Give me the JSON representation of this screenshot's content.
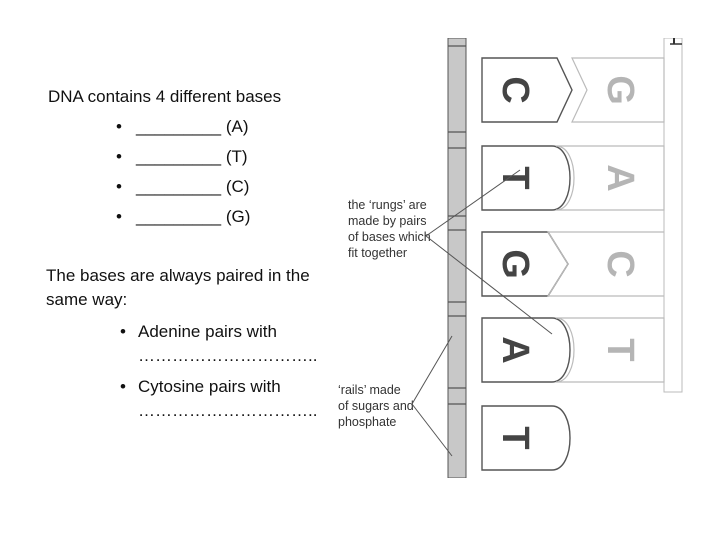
{
  "text": {
    "heading": "DNA contains 4 different  bases",
    "bases": [
      "_________ (A)",
      "_________ (T)",
      "_________ (C)",
      "_________ (G)"
    ],
    "paragraph": "The bases are always paired in the same way:",
    "pairs": [
      {
        "label": "Adenine pairs with",
        "blank": "………………………….."
      },
      {
        "label": "Cytosine pairs with",
        "blank": "………………………….."
      }
    ]
  },
  "diagram": {
    "rungs_caption": [
      "the ‘rungs’ are",
      "made by pairs",
      "of bases which",
      "fit together"
    ],
    "rails_caption": [
      "‘rails’ made",
      "of sugars and",
      "phosphate"
    ],
    "pairs": [
      {
        "left": "C",
        "right": "G",
        "shape": "notch"
      },
      {
        "left": "T",
        "right": "A",
        "shape": "round"
      },
      {
        "left": "G",
        "right": "C",
        "shape": "point"
      },
      {
        "left": "A",
        "right": "T",
        "shape": "round"
      },
      {
        "left": "T",
        "right": "",
        "shape": "round"
      }
    ],
    "colors": {
      "rail": "#c8c8c8",
      "outline": "#555555",
      "left_letter": "#444444",
      "right_letter": "#b5b5b5"
    }
  }
}
